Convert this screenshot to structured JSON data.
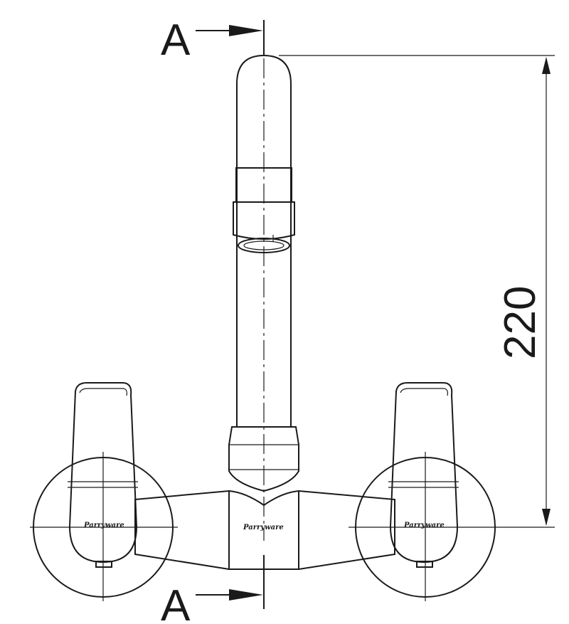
{
  "drawing": {
    "section_label_top": "A",
    "section_label_bottom": "A",
    "height_dimension": "220",
    "brand_left_handle": "Parryware",
    "brand_body": "Parryware",
    "brand_right_handle": "Parryware"
  }
}
